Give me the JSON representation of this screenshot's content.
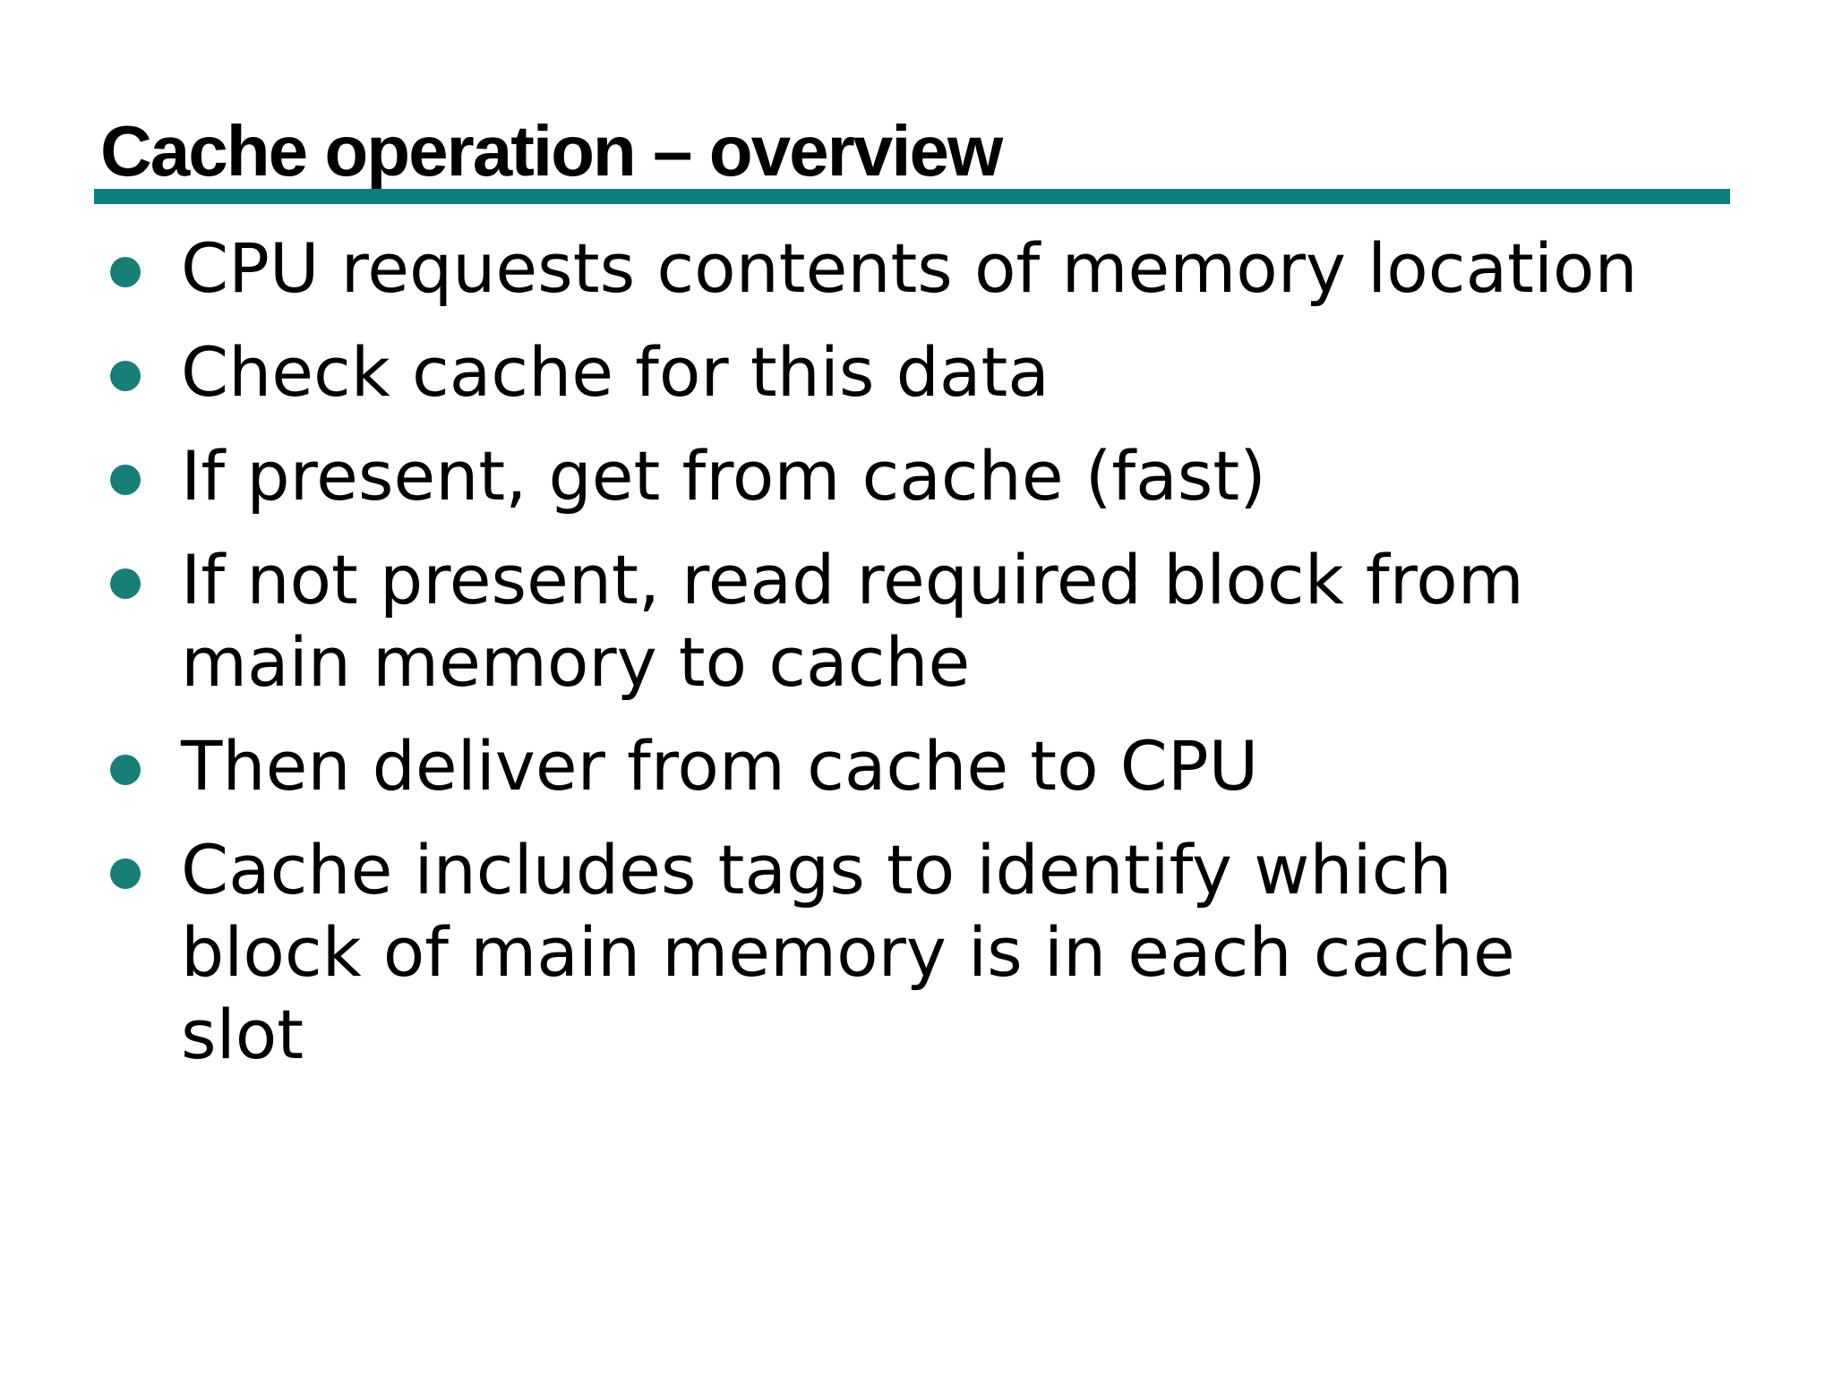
{
  "slide": {
    "title": "Cache operation – overview",
    "accent_color": "#0e7f80",
    "bullet_color": "#177f76",
    "text_color": "#000000",
    "background_color": "#ffffff",
    "bullets": [
      {
        "lines": [
          "CPU requests contents of memory location"
        ]
      },
      {
        "lines": [
          "Check cache for this data"
        ]
      },
      {
        "lines": [
          "If present, get from cache (fast)"
        ]
      },
      {
        "lines": [
          "If not present, read required block from",
          "main memory to cache"
        ]
      },
      {
        "lines": [
          "Then deliver from cache to CPU"
        ]
      },
      {
        "lines": [
          "Cache includes tags to identify which",
          "block of main memory is in each cache",
          "slot"
        ]
      }
    ]
  }
}
